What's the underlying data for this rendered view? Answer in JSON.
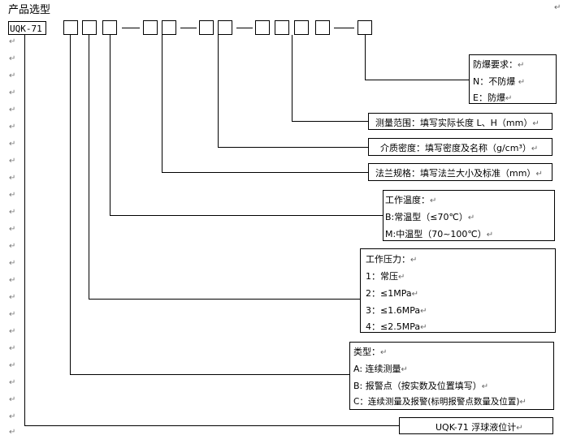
{
  "title": "产品选型",
  "model_code": "UQK-71",
  "separator": "—",
  "paragraph_mark": "↵",
  "explosion": {
    "heading": "防爆要求：",
    "items": [
      "N：不防爆",
      "E：防爆"
    ]
  },
  "range": {
    "text": "测量范围：填写实际长度 L、H（mm）"
  },
  "medium": {
    "text": "介质密度：填写密度及名称（g/cm³）"
  },
  "flange": {
    "text": "法兰规格：填写法兰大小及标准（mm）"
  },
  "temperature": {
    "heading": "工作温度：",
    "items": [
      "B:常温型（≤70℃）",
      "M:中温型（70~100℃）"
    ]
  },
  "pressure": {
    "heading": "工作压力：",
    "items": [
      "1：常压",
      "2：≤1MPa",
      "3：≤1.6MPa",
      "4：≤2.5MPa"
    ]
  },
  "type": {
    "heading": "类型：",
    "items": [
      "A: 连续测量",
      "B: 报警点（按实数及位置填写）",
      "C：连续测量及报警(标明报警点数量及位置)"
    ]
  },
  "product_name": {
    "text": "UQK-71 浮球液位计"
  }
}
